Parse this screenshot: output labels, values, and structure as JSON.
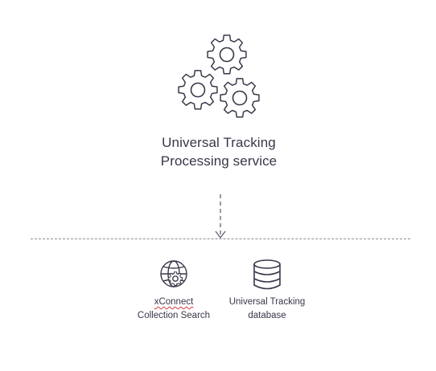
{
  "service": {
    "title_line1": "Universal Tracking",
    "title_line2": "Processing service",
    "icon": "gears-icon"
  },
  "components": [
    {
      "icon": "globe-gear-icon",
      "label_line1": "xConnect",
      "label_line2": "Collection Search"
    },
    {
      "icon": "database-icon",
      "label_line1": "Universal Tracking",
      "label_line2": "database"
    }
  ],
  "colors": {
    "stroke": "#3b3548",
    "divider": "#8e8a96",
    "spellcheck_underline": "#d23b3b"
  }
}
